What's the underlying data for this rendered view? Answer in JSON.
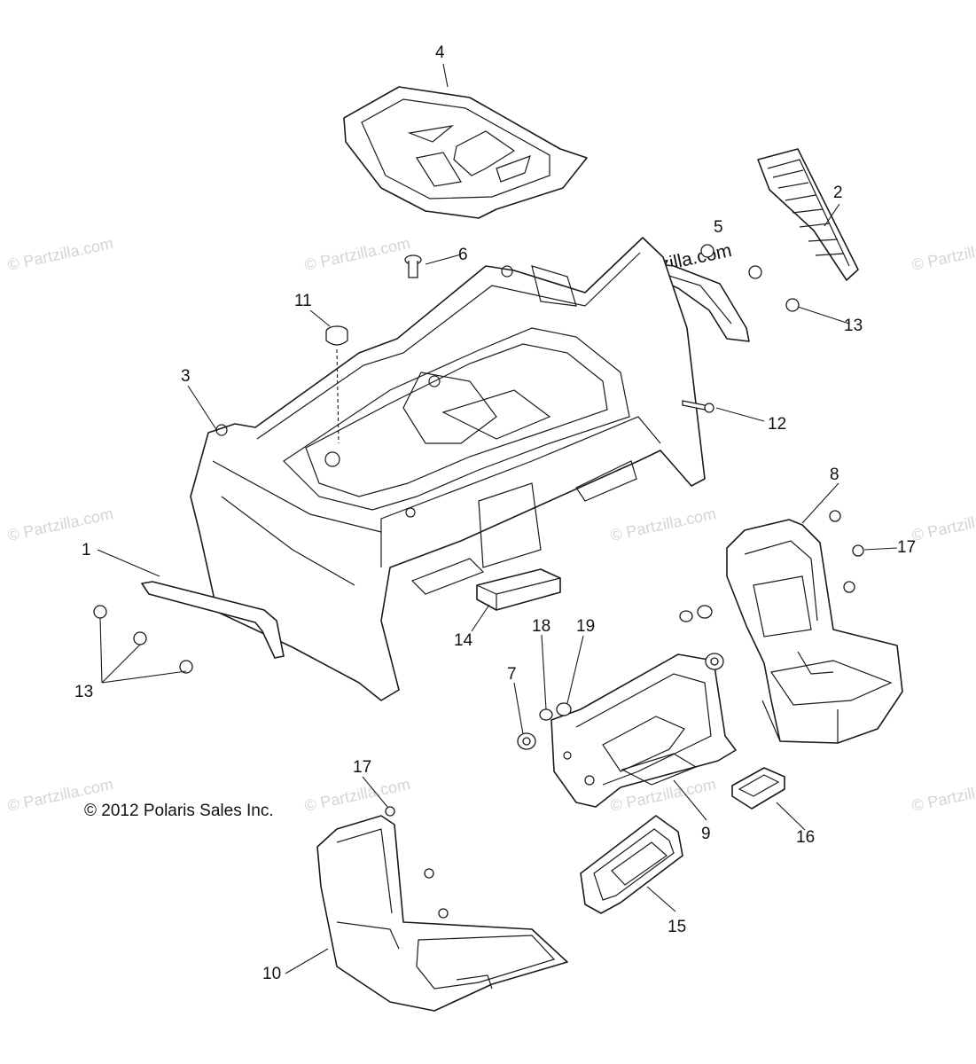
{
  "diagram": {
    "copyright": "© 2012 Polaris Sales Inc.",
    "watermark": "© Partzilla.com",
    "watermark_color": "#d4d4d4",
    "callouts": [
      "1",
      "2",
      "3",
      "4",
      "5",
      "6",
      "7",
      "8",
      "9",
      "10",
      "11",
      "12",
      "13",
      "13",
      "14",
      "15",
      "16",
      "17",
      "17",
      "18",
      "19"
    ]
  }
}
